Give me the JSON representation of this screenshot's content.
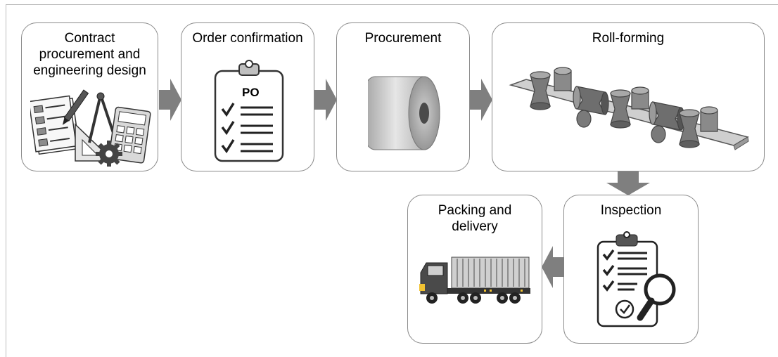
{
  "steps": [
    {
      "id": "contract",
      "label": "Contract\nprocurement and\nengineering design",
      "icon": "documents-and-calculator-icon"
    },
    {
      "id": "order",
      "label": "Order confirmation",
      "icon": "po-checklist-clipboard-icon",
      "clipboard_text": "PO"
    },
    {
      "id": "procurement",
      "label": "Procurement",
      "icon": "steel-coil-icon"
    },
    {
      "id": "rollforming",
      "label": "Roll-forming",
      "icon": "roll-forming-rollers-icon"
    },
    {
      "id": "inspection",
      "label": "Inspection",
      "icon": "inspection-clipboard-magnifier-icon"
    },
    {
      "id": "packing",
      "label": "Packing and\ndelivery",
      "icon": "delivery-truck-icon"
    }
  ],
  "colors": {
    "box_border": "#8a8a8a",
    "arrow": "#7f7f7f",
    "icon_gray": "#6e6e6e"
  }
}
